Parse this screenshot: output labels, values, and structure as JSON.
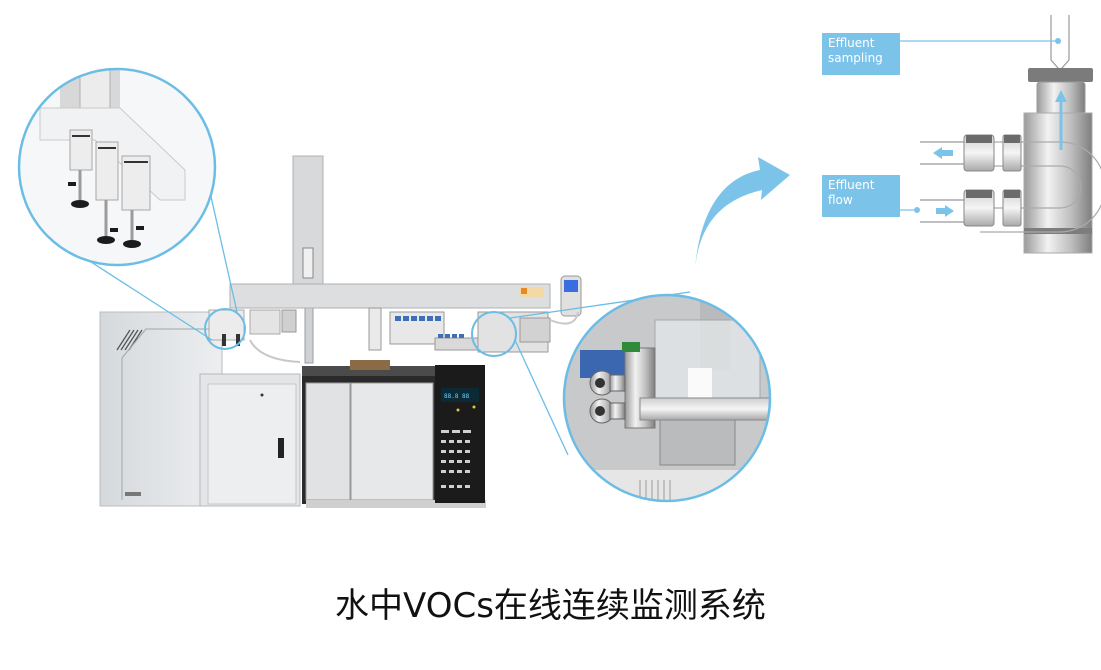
{
  "figure": {
    "title": "水中VOCs在线连续监测系统",
    "accent_color": "#7cc3ea",
    "callouts": [
      {
        "label_line1": "Effluent",
        "label_line2": "sampling"
      },
      {
        "label_line1": "Effluent",
        "label_line2": "flow"
      }
    ],
    "components": {
      "main_instrument": "GC system with robotic autosampler rail",
      "left_zoom": "autosampler syringe tools (magnified)",
      "right_zoom": "effluent flow cell with compression fittings (magnified)",
      "schematic": "effluent flow cell cross-section"
    },
    "icons": [
      "curved-arrow-icon",
      "flow-out-arrow-icon",
      "flow-in-arrow-icon",
      "sampling-up-arrow-icon"
    ]
  }
}
